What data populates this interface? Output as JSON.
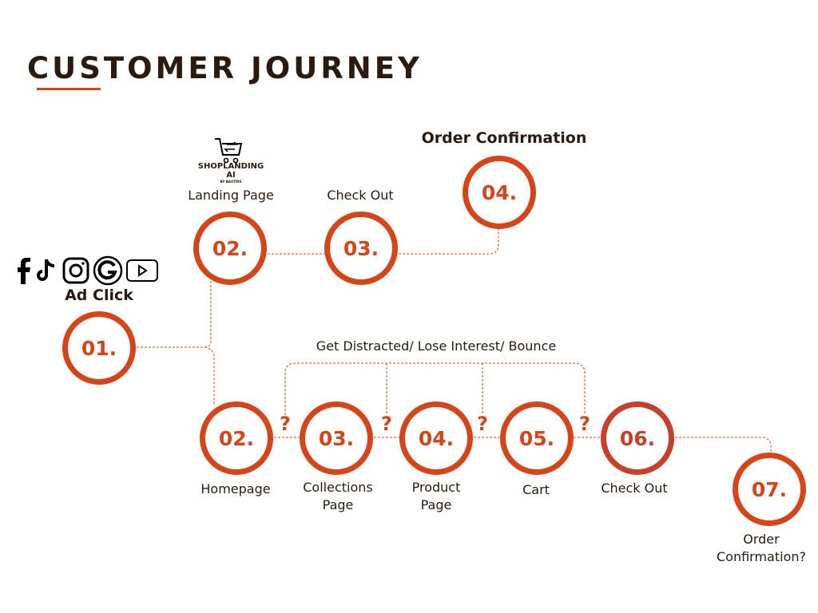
{
  "title": "CUSTOMER JOURNEY",
  "colors": {
    "accent": "#d4451a",
    "text": "#2b1a0f"
  },
  "top_path": {
    "ad_click": {
      "label": "Ad Click",
      "number": "01.",
      "icons": [
        "facebook-icon",
        "tiktok-icon",
        "instagram-icon",
        "google-icon",
        "youtube-icon"
      ]
    },
    "landing": {
      "logo_name": "SHOPLANDING",
      "logo_sub": "AI",
      "logo_by": "BY BAOTRIS",
      "label": "Landing Page",
      "number": "02."
    },
    "checkout": {
      "label": "Check Out",
      "number": "03."
    },
    "confirmation": {
      "label": "Order Confirmation",
      "number": "04."
    }
  },
  "bottom_path": {
    "bounce_label": "Get Distracted/ Lose Interest/ Bounce",
    "question_mark": "?",
    "steps": [
      {
        "number": "02.",
        "label": "Homepage"
      },
      {
        "number": "03.",
        "label": "Collections\nPage"
      },
      {
        "number": "04.",
        "label": "Product\nPage"
      },
      {
        "number": "05.",
        "label": "Cart"
      },
      {
        "number": "06.",
        "label": "Check Out"
      },
      {
        "number": "07.",
        "label": "Order\nConfirmation?"
      }
    ]
  }
}
